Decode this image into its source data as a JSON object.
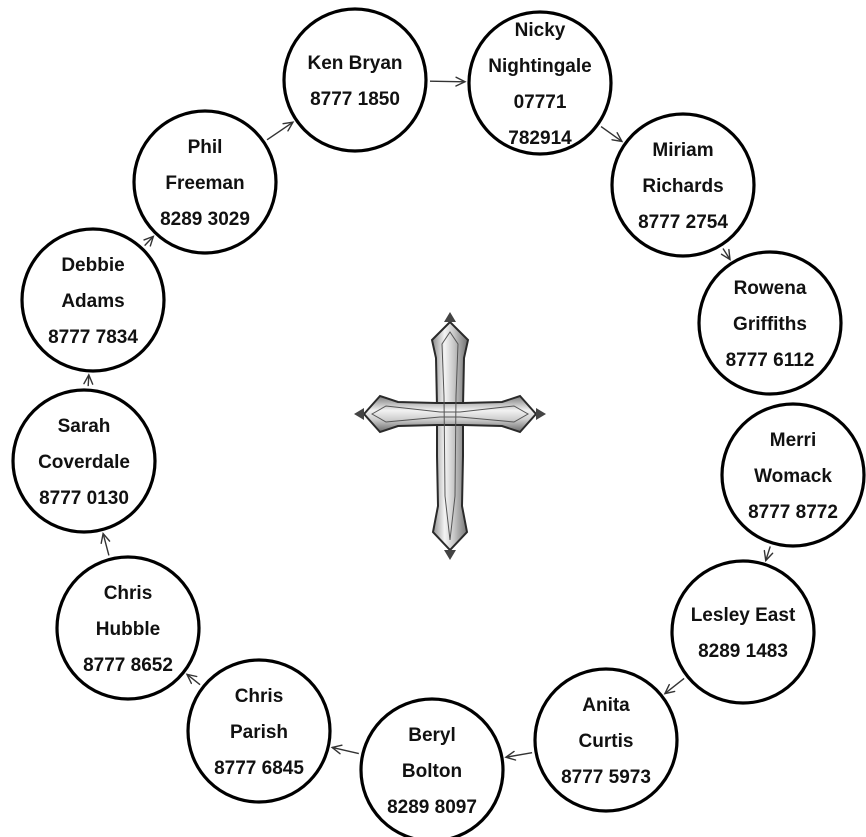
{
  "nodes": [
    {
      "id": "ken-bryan",
      "lines": [
        "Ken Bryan",
        "8777 1850"
      ]
    },
    {
      "id": "nicky-nightingale",
      "lines": [
        "Nicky",
        "Nightingale",
        "07771",
        "782914"
      ]
    },
    {
      "id": "miriam-richards",
      "lines": [
        "Miriam",
        "Richards",
        "8777 2754"
      ]
    },
    {
      "id": "rowena-griffiths",
      "lines": [
        "Rowena",
        "Griffiths",
        "8777 6112"
      ]
    },
    {
      "id": "merri-womack",
      "lines": [
        "Merri",
        "Womack",
        "8777 8772"
      ]
    },
    {
      "id": "lesley-east",
      "lines": [
        "Lesley East",
        "8289 1483"
      ]
    },
    {
      "id": "anita-curtis",
      "lines": [
        "Anita",
        "Curtis",
        "8777 5973"
      ]
    },
    {
      "id": "beryl-bolton",
      "lines": [
        "Beryl",
        "Bolton",
        "8289 8097"
      ]
    },
    {
      "id": "chris-parish",
      "lines": [
        "Chris",
        "Parish",
        "8777 6845"
      ]
    },
    {
      "id": "chris-hubble",
      "lines": [
        "Chris",
        "Hubble",
        "8777 8652"
      ]
    },
    {
      "id": "sarah-coverdale",
      "lines": [
        "Sarah",
        "Coverdale",
        "8777 0130"
      ]
    },
    {
      "id": "debbie-adams",
      "lines": [
        "Debbie",
        "Adams",
        "8777 7834"
      ]
    },
    {
      "id": "phil-freeman",
      "lines": [
        "Phil",
        "Freeman",
        "8289 3029"
      ]
    }
  ],
  "flow": "clockwise",
  "center_icon": "cross-icon",
  "colors": {
    "outline": "#000000",
    "text": "#111111",
    "arrow": "#333333"
  }
}
